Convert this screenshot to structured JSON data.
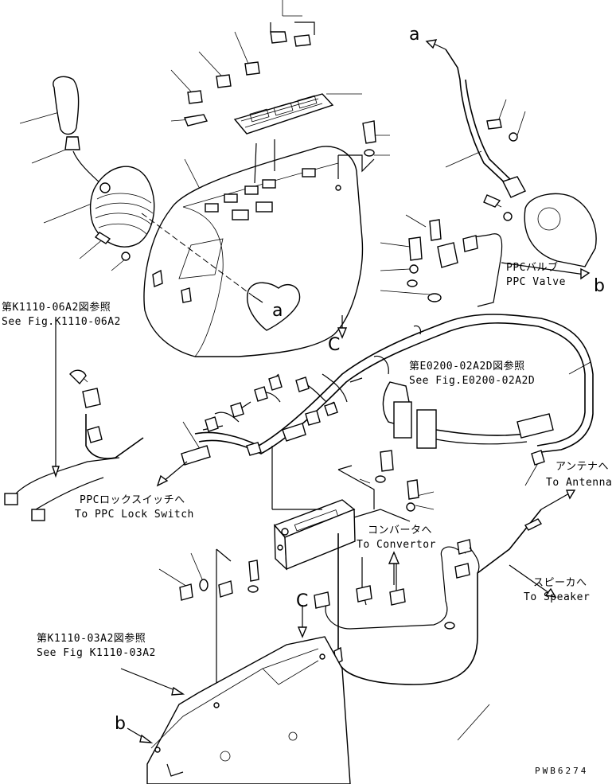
{
  "callouts": {
    "a_top": "a",
    "a_body": "a",
    "b_right": "b",
    "b_bottom": "b",
    "c_left": "C",
    "c_lower": "C"
  },
  "references": {
    "k1110_06a2_jp": "第K1110-06A2図参照",
    "k1110_06a2_en": "See Fig.K1110-06A2",
    "e0200_jp": "第E0200-02A2D図参照",
    "e0200_en": "See Fig.E0200-02A2D",
    "k1110_03a2_jp": "第K1110-03A2図参照",
    "k1110_03a2_en": "See Fig K1110-03A2"
  },
  "destinations": {
    "ppc_valve_jp": "PPCバルブ",
    "ppc_valve_en": "PPC Valve",
    "antenna_jp": "アンテナへ",
    "antenna_en": "To Antenna",
    "ppc_lock_jp": "PPCロックスイッチへ",
    "ppc_lock_en": "To PPC Lock Switch",
    "convertor_jp": "コンバータへ",
    "convertor_en": "To Convertor",
    "speaker_jp": "スピーカへ",
    "speaker_en": "To Speaker"
  },
  "drawing_number": "PWB6274"
}
